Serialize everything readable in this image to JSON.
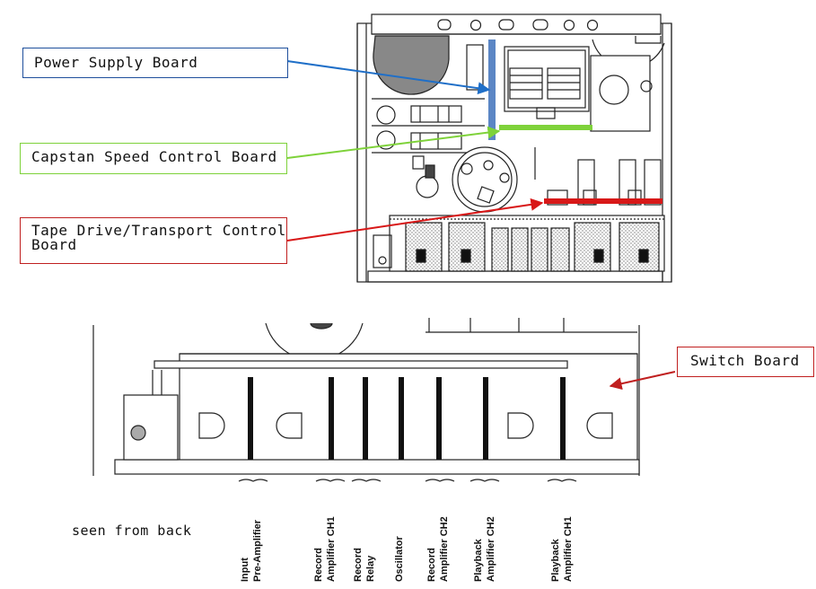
{
  "callouts": {
    "power_supply": "Power Supply Board",
    "capstan": "Capstan Speed Control Board",
    "tape_drive_line1": "Tape Drive/Transport Control",
    "tape_drive_line2": "Board",
    "switch_board": "Switch Board"
  },
  "caption": "seen from back",
  "connector_labels": [
    {
      "line1": "Input",
      "line2": "Pre-Amplifier"
    },
    {
      "line1": "Record",
      "line2": "Amplifier CH1"
    },
    {
      "line1": "Record",
      "line2": "Relay"
    },
    {
      "line1": "Oscillator",
      "line2": ""
    },
    {
      "line1": "Record",
      "line2": "Amplifier CH2"
    },
    {
      "line1": "Playback",
      "line2": "Amplifier CH2"
    },
    {
      "line1": "Playback",
      "line2": "Amplifier CH1"
    }
  ],
  "colors": {
    "power_supply": "#1f6fc8",
    "capstan": "#7ed23a",
    "tape_drive": "#d81818",
    "switch_board": "#c01f1f",
    "power_supply_board_mark": "#5b86c5"
  }
}
